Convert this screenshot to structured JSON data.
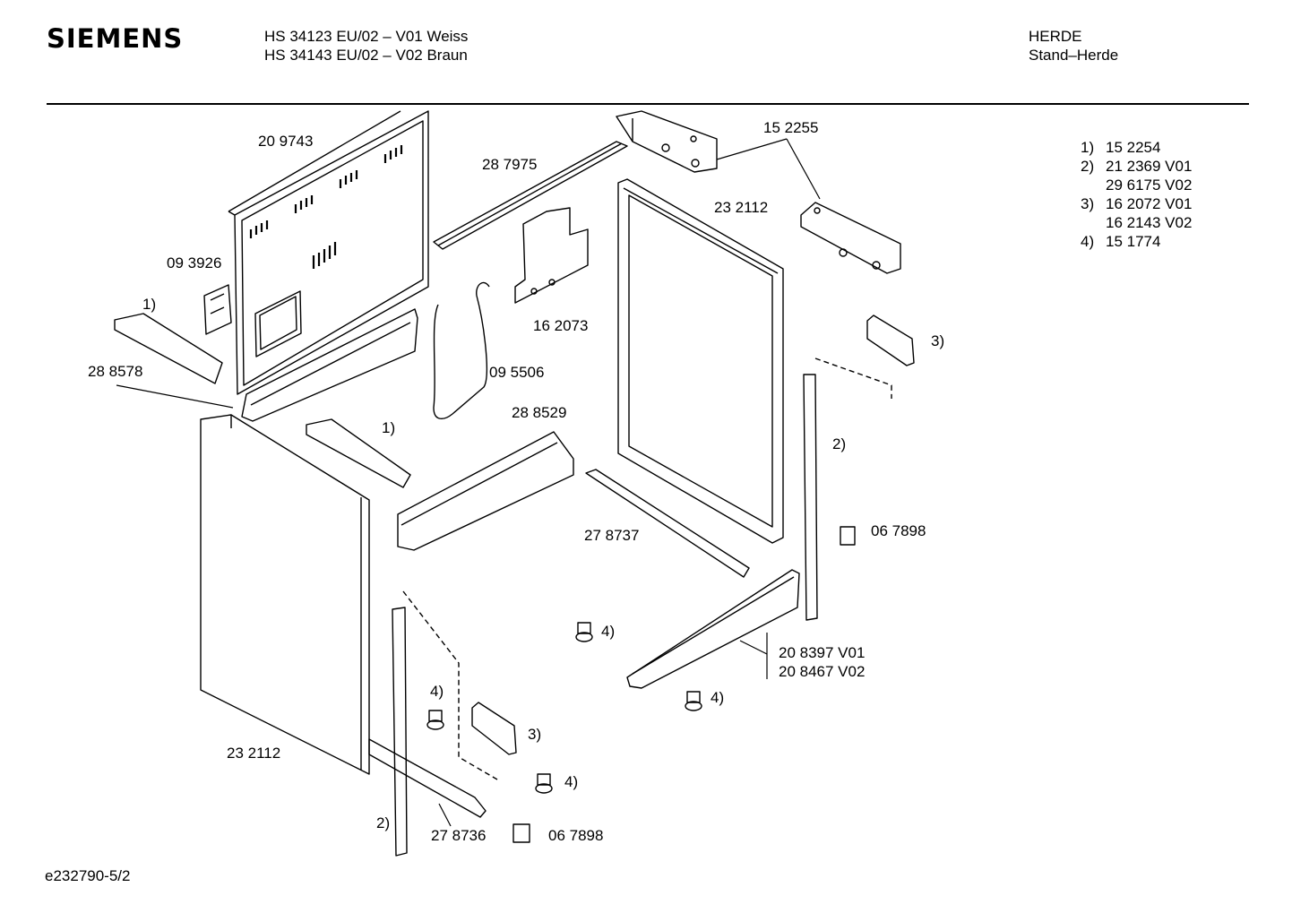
{
  "header": {
    "brand": "SIEMENS",
    "model_line_1": "HS 34123 EU/02 – V01 Weiss",
    "model_line_2": "HS 34143 EU/02 – V02 Braun",
    "category_1": "HERDE",
    "category_2": "Stand–Herde"
  },
  "legend": [
    {
      "num": "1)",
      "codes": [
        "15 2254"
      ]
    },
    {
      "num": "2)",
      "codes": [
        "21 2369 V01",
        "29 6175 V02"
      ]
    },
    {
      "num": "3)",
      "codes": [
        "16 2072 V01",
        "16 2143 V02"
      ]
    },
    {
      "num": "4)",
      "codes": [
        "15 1774"
      ]
    }
  ],
  "callouts": {
    "back_panel": "20 9743",
    "top_strip": "28 7975",
    "bracket_top": "15 2255",
    "side_frame_right": "23 2112",
    "hinge_left": "09 3926",
    "bracket_mid": "16 2073",
    "ref_1_a": "1)",
    "ref_1_b": "1)",
    "rail_left": "28 8578",
    "cable": "09 5506",
    "crossbar": "28 8529",
    "ref_3_a": "3)",
    "ref_2_a": "2)",
    "rail_bottom": "27 8737",
    "clip_a": "06 7898",
    "ref_4_a": "4)",
    "front_bar_v01": "20 8397 V01",
    "front_bar_v02": "20 8467 V02",
    "ref_4_b": "4)",
    "ref_4_c": "4)",
    "ref_3_b": "3)",
    "side_panel_left": "23 2112",
    "ref_4_d": "4)",
    "ref_2_b": "2)",
    "rail_front": "27 8736",
    "clip_b": "06 7898"
  },
  "footer": {
    "drawing_id": "e232790-5/2"
  }
}
